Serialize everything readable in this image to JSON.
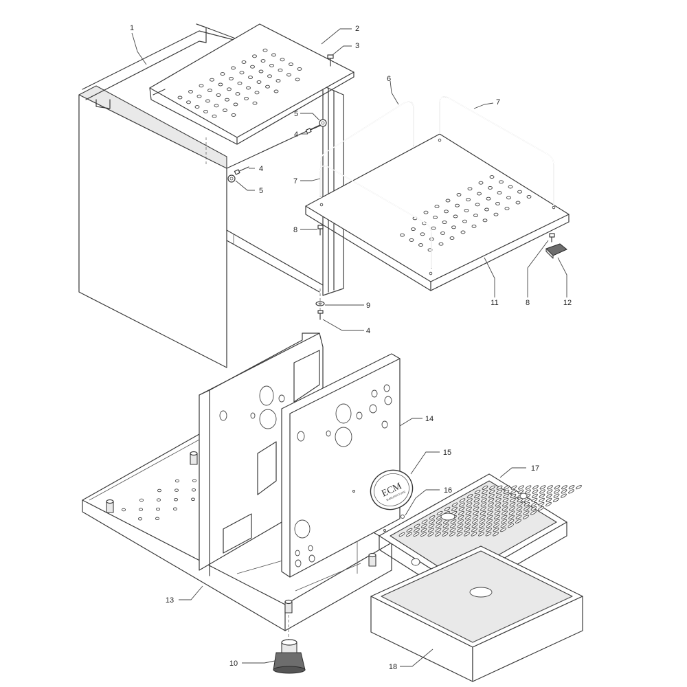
{
  "callouts": {
    "c1": "1",
    "c2": "2",
    "c3": "3",
    "c4a": "4",
    "c4b": "4",
    "c4c": "4",
    "c5a": "5",
    "c5b": "5",
    "c6": "6",
    "c7a": "7",
    "c7b": "7",
    "c8a": "8",
    "c8b": "8",
    "c9": "9",
    "c10": "10",
    "c11": "11",
    "c12": "12",
    "c13": "13",
    "c14": "14",
    "c15": "15",
    "c16": "16",
    "c17": "17",
    "c18": "18"
  },
  "badge": {
    "brand": "ECM",
    "tagline": "MANUFACTURE"
  },
  "colors": {
    "line": "#3a3a3a",
    "shade": "#e9e9e9",
    "dark": "#6d6d6d"
  }
}
